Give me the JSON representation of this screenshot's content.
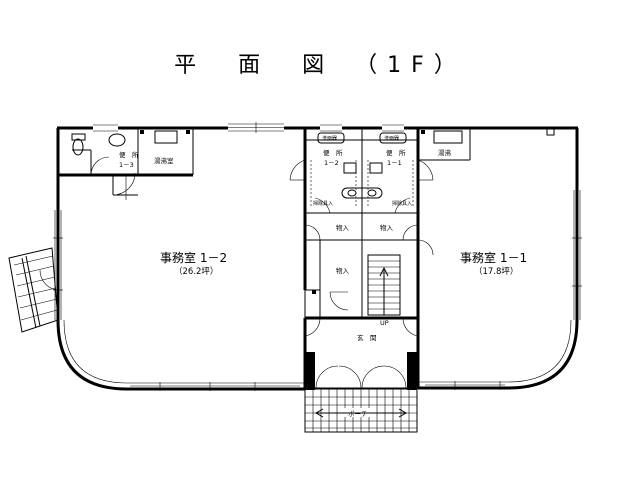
{
  "title": "平　面　図　（1F）",
  "rooms": {
    "office_1_2": {
      "name": "事務室 1－2",
      "area": "（26.2坪）"
    },
    "office_1_1": {
      "name": "事務室 1－1",
      "area": "（17.8坪）"
    },
    "toilet_1_3": {
      "name": "便　所",
      "number": "1－3"
    },
    "toilet_1_2": {
      "name": "便　所",
      "number": "1－2"
    },
    "toilet_1_1": {
      "name": "便　所",
      "number": "1－1"
    },
    "pantry_left": "湯沸室",
    "pantry_right": "湯沸",
    "closet_a": "物入",
    "closet_b": "物入",
    "closet_c": "物入",
    "entrance": "玄　関",
    "porch": "ポーチ",
    "stair_up": "UP",
    "cleaning_left": "掃除具入",
    "cleaning_right": "掃除具入",
    "washer_left": "洗面器",
    "washer_right": "洗面器"
  }
}
